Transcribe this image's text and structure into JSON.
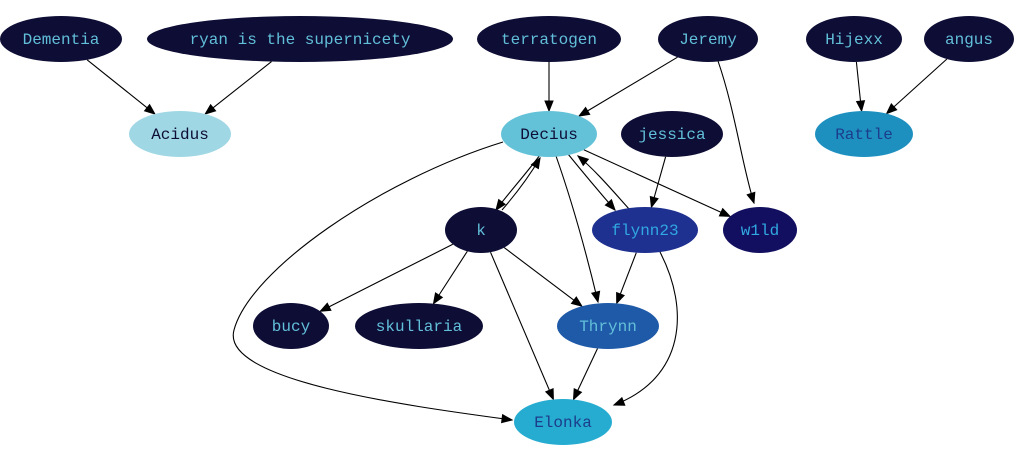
{
  "nodes": [
    {
      "id": "dementia",
      "label": "Dementia",
      "fill": "#0d0d35",
      "text": "#62bfd9"
    },
    {
      "id": "ryan",
      "label": "ryan is the supernicety",
      "fill": "#0d0d35",
      "text": "#62bfd9"
    },
    {
      "id": "terratogen",
      "label": "terratogen",
      "fill": "#0d0d35",
      "text": "#62bfd9"
    },
    {
      "id": "jeremy",
      "label": "Jeremy",
      "fill": "#0d0d35",
      "text": "#62bfd9"
    },
    {
      "id": "hijexx",
      "label": "Hijexx",
      "fill": "#0d0d35",
      "text": "#62bfd9"
    },
    {
      "id": "angus",
      "label": "angus",
      "fill": "#0d0d35",
      "text": "#62bfd9"
    },
    {
      "id": "acidus",
      "label": "Acidus",
      "fill": "#9fd8e4",
      "text": "#0d0d35"
    },
    {
      "id": "decius",
      "label": "Decius",
      "fill": "#64c2d8",
      "text": "#0d0d35"
    },
    {
      "id": "jessica",
      "label": "jessica",
      "fill": "#0d0d35",
      "text": "#62bfd9"
    },
    {
      "id": "rattle",
      "label": "Rattle",
      "fill": "#1e90c0",
      "text": "#1c3c8c"
    },
    {
      "id": "k",
      "label": "k",
      "fill": "#0d0d35",
      "text": "#62bfd9"
    },
    {
      "id": "flynn23",
      "label": "flynn23",
      "fill": "#1e3090",
      "text": "#30a8e0"
    },
    {
      "id": "w1ld",
      "label": "w1ld",
      "fill": "#120f60",
      "text": "#30a8e0"
    },
    {
      "id": "bucy",
      "label": "bucy",
      "fill": "#0d0d35",
      "text": "#62bfd9"
    },
    {
      "id": "skullaria",
      "label": "skullaria",
      "fill": "#0d0d35",
      "text": "#62bfd9"
    },
    {
      "id": "thrynn",
      "label": "Thrynn",
      "fill": "#1f5aa8",
      "text": "#62bfd9"
    },
    {
      "id": "elonka",
      "label": "Elonka",
      "fill": "#26acd0",
      "text": "#1c3c8c"
    }
  ],
  "edges": [
    {
      "from": "dementia",
      "to": "acidus"
    },
    {
      "from": "ryan",
      "to": "acidus"
    },
    {
      "from": "terratogen",
      "to": "decius"
    },
    {
      "from": "jeremy",
      "to": "decius"
    },
    {
      "from": "jeremy",
      "to": "w1ld"
    },
    {
      "from": "hijexx",
      "to": "rattle"
    },
    {
      "from": "angus",
      "to": "rattle"
    },
    {
      "from": "decius",
      "to": "elonka"
    },
    {
      "from": "decius",
      "to": "k"
    },
    {
      "from": "k",
      "to": "decius"
    },
    {
      "from": "decius",
      "to": "flynn23"
    },
    {
      "from": "flynn23",
      "to": "decius"
    },
    {
      "from": "decius",
      "to": "w1ld"
    },
    {
      "from": "decius",
      "to": "thrynn"
    },
    {
      "from": "jessica",
      "to": "flynn23"
    },
    {
      "from": "k",
      "to": "bucy"
    },
    {
      "from": "k",
      "to": "skullaria"
    },
    {
      "from": "k",
      "to": "thrynn"
    },
    {
      "from": "k",
      "to": "elonka"
    },
    {
      "from": "flynn23",
      "to": "thrynn"
    },
    {
      "from": "flynn23",
      "to": "elonka"
    },
    {
      "from": "thrynn",
      "to": "elonka"
    }
  ]
}
